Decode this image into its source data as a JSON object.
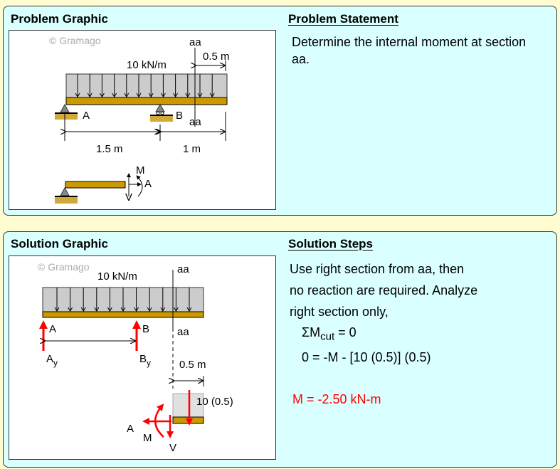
{
  "problem": {
    "graphic_title": "Problem Graphic",
    "statement_title": "Problem Statement",
    "statement": "Determine the internal moment at section aa.",
    "graphic": {
      "watermark": "© Gramago",
      "load": "10 kN/m",
      "section": "aa",
      "dim_section": "0.5 m",
      "support_a": "A",
      "support_b": "B",
      "dim_ab": "1.5 m",
      "dim_b_end": "1 m",
      "fbd_m": "M",
      "fbd_a": "A",
      "fbd_v": "V"
    }
  },
  "solution": {
    "graphic_title": "Solution Graphic",
    "steps_title": "Solution Steps",
    "lines": [
      "Use right section from aa, then",
      "no reaction are required. Analyze",
      "right section only,"
    ],
    "sum_prefix": "ΣM",
    "sum_sub": "cut",
    "sum_suffix": " = 0",
    "equation": "0 = -M - [10 (0.5)] (0.5)",
    "result": "M = -2.50 kN-m",
    "graphic": {
      "watermark": "© Gramago",
      "load": "10 kN/m",
      "section": "aa",
      "support_a": "A",
      "support_b": "B",
      "ay": "A",
      "ay_sub": "y",
      "by": "B",
      "by_sub": "y",
      "dim_section": "0.5 m",
      "force": "10 (0.5)",
      "fbd_a": "A",
      "fbd_m": "M",
      "fbd_v": "V"
    }
  },
  "colors": {
    "beam": "#cc9900",
    "load": "#cccccc",
    "force": "#ff0000",
    "panel": "#d9ffff",
    "background": "#fffcd2"
  }
}
